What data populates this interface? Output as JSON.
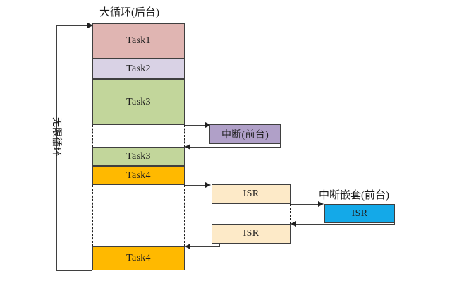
{
  "diagram": {
    "title_background": "大循环(后台)",
    "title_foreground_interrupt": "中断(前台)",
    "title_nested_interrupt": "中断嵌套(前台)",
    "loop_label": "无限循环",
    "bottom_caption_fragment": "",
    "colors": {
      "task1": "#e0b5b2",
      "task2": "#d9d2e5",
      "task3": "#c2d69b",
      "task4": "#ffb900",
      "interrupt": "#b0a0c8",
      "isr_light": "#fdeac8",
      "isr_blue": "#14a9e8",
      "stroke": "#3f3f3f",
      "text": "#202020"
    },
    "background_column": {
      "blocks": [
        {
          "label": "Task1",
          "color_key": "task1"
        },
        {
          "label": "Task2",
          "color_key": "task2"
        },
        {
          "label": "Task3",
          "color_key": "task3"
        },
        {
          "label": "Task3",
          "color_key": "task3"
        },
        {
          "label": "Task4",
          "color_key": "task4"
        },
        {
          "label": "Task4",
          "color_key": "task4"
        }
      ]
    },
    "foreground_interrupt": {
      "label": "中断(前台)"
    },
    "isr_blocks": [
      {
        "label": "ISR",
        "color_key": "isr_light"
      },
      {
        "label": "ISR",
        "color_key": "isr_light"
      }
    ],
    "nested_isr": {
      "label": "ISR",
      "color_key": "isr_blue"
    }
  }
}
